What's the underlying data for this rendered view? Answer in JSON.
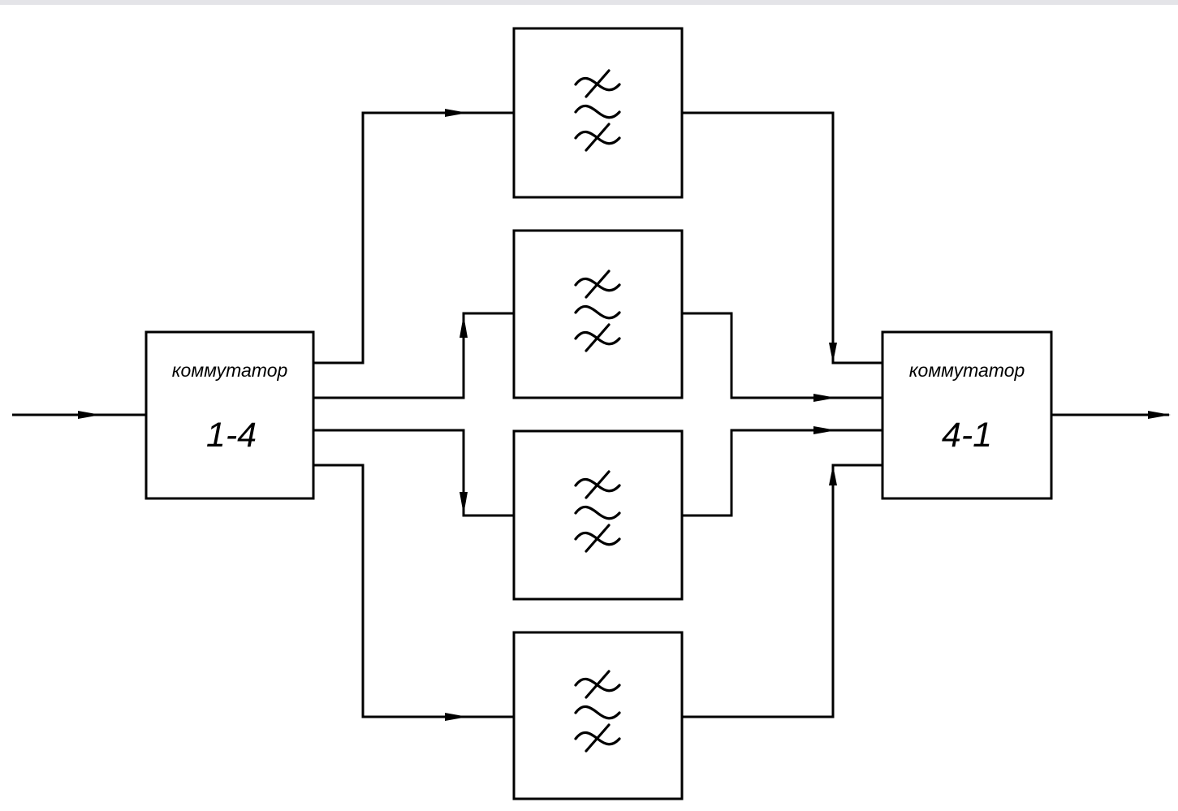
{
  "diagram": {
    "switch_in": {
      "label": "коммутатор",
      "ratio": "1-4"
    },
    "switch_out": {
      "label": "коммутатор",
      "ratio": "4-1"
    },
    "filters": [
      {
        "symbol": "band-stop-filter-icon"
      },
      {
        "symbol": "band-stop-filter-icon"
      },
      {
        "symbol": "band-stop-filter-icon"
      },
      {
        "symbol": "band-stop-filter-icon"
      }
    ]
  }
}
